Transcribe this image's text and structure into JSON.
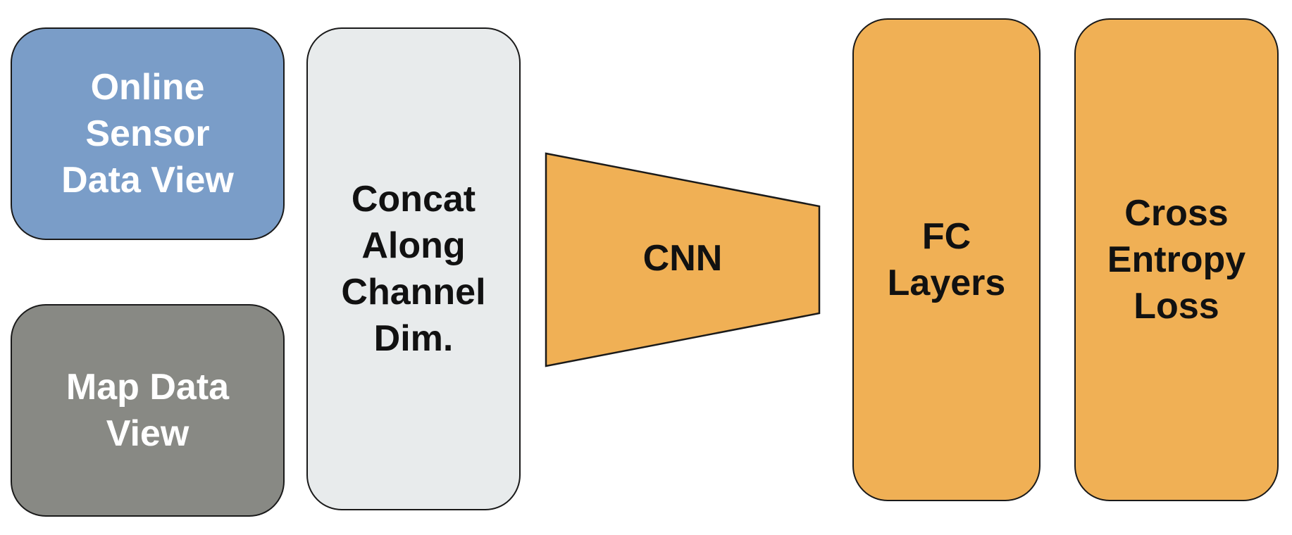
{
  "nodes": {
    "sensor": {
      "lines": [
        "Online",
        "Sensor",
        "Data View"
      ],
      "color": "#7a9dc8"
    },
    "map": {
      "lines": [
        "Map Data",
        "View"
      ],
      "color": "#888984"
    },
    "concat": {
      "lines": [
        "Concat",
        "Along",
        "Channel",
        "Dim."
      ],
      "color": "#e8ebec"
    },
    "cnn": {
      "label": "CNN",
      "color": "#f0b055"
    },
    "fc": {
      "lines": [
        "FC",
        "Layers"
      ],
      "color": "#f0b055"
    },
    "loss": {
      "lines": [
        "Cross",
        "Entropy",
        "Loss"
      ],
      "color": "#f0b055"
    }
  }
}
